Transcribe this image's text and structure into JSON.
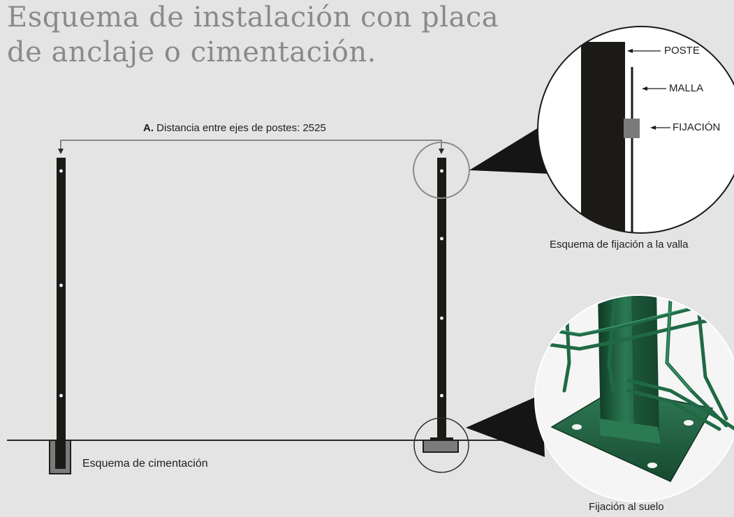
{
  "title": {
    "line1": "Esquema de instalación con placa",
    "line2": "de anclaje o cimentación."
  },
  "distance": {
    "prefix": "A.",
    "text": "Distancia entre ejes de postes: 2525"
  },
  "detail_labels": {
    "poste": "POSTE",
    "malla": "MALLA",
    "fijacion": "FIJACIÓN"
  },
  "captions": {
    "detail_fixing": "Esquema de fijación a la valla",
    "foundation": "Esquema de cimentación",
    "ground_fixing": "Fijación al suelo"
  },
  "colors": {
    "background": "#e4e4e4",
    "post": "#1c1a17",
    "title": "#8a8a8a",
    "fence_green": "#1f5c3c",
    "clip": "#7a7a7a"
  }
}
